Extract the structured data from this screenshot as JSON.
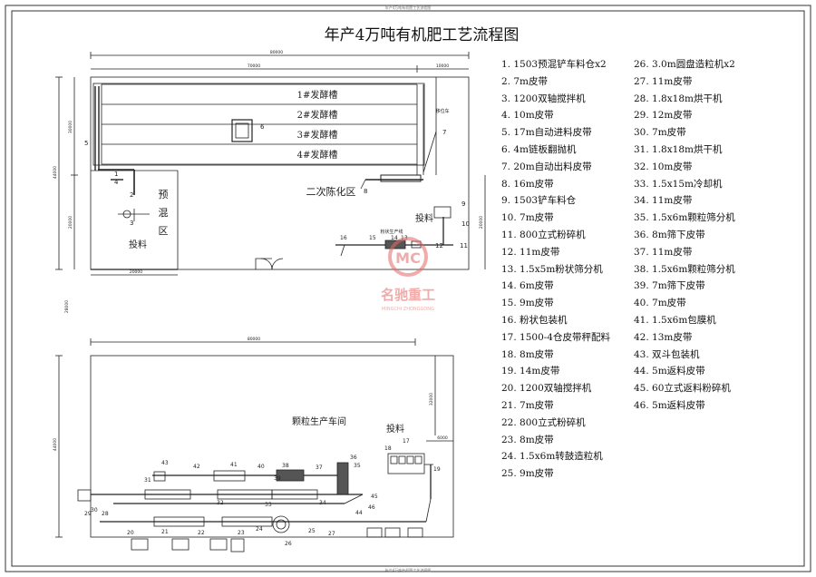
{
  "drawing": {
    "title": "年产4万吨有机肥工艺流程图",
    "top_strip_text": "年产4万吨有机肥工艺流程图",
    "bottom_strip_text": "年产4万吨有机肥工艺流程图"
  },
  "legend": {
    "column1": [
      "1. 1503预混铲车料仓x2",
      "2. 7m皮带",
      "3. 1200双轴搅拌机",
      "4. 10m皮带",
      "5. 17m自动进料皮带",
      "6. 4m链板翻抛机",
      "7. 20m自动出料皮带",
      "8. 16m皮带",
      "9. 1503铲车料仓",
      "10. 7m皮带",
      "11. 800立式粉碎机",
      "12. 11m皮带",
      "13. 1.5x5m粉状筛分机",
      "14. 6m皮带",
      "15. 9m皮带",
      "16. 粉状包装机",
      "17. 1500-4仓皮带秤配料",
      "18. 8m皮带",
      "19. 14m皮带",
      "20. 1200双轴搅拌机",
      "21. 7m皮带",
      "22. 800立式粉碎机",
      "23. 8m皮带",
      "24. 1.5x6m转鼓造粒机",
      "25. 9m皮带"
    ],
    "column2": [
      "26. 3.0m圆盘造粒机x2",
      "27. 11m皮带",
      "28. 1.8x18m烘干机",
      "29. 12m皮带",
      "30. 7m皮带",
      "31. 1.8x18m烘干机",
      "32. 10m皮带",
      "33. 1.5x15m冷却机",
      "34. 11m皮带",
      "35. 1.5x6m颗粒筛分机",
      "36. 8m筛下皮带",
      "37. 11m皮带",
      "38. 1.5x6m颗粒筛分机",
      "39. 7m筛下皮带",
      "40. 7m皮带",
      "41. 1.5x6m包膜机",
      "42. 13m皮带",
      "43. 双斗包装机",
      "44. 5m返料皮带",
      "45. 60立式返料粉碎机",
      "46. 5m返料皮带"
    ]
  },
  "upper_plan": {
    "overall_dim": "80000",
    "inner_dim": "70000",
    "right_dim": "10000",
    "left_dim": "20000",
    "height_dim": "44000",
    "tank_height_dim": "30000",
    "sub_height_dim": "20000",
    "tanks": [
      "1#发酵槽",
      "2#发酵槽",
      "3#发酵槽",
      "4#发酵槽"
    ],
    "zone_secondary": "二次陈化区",
    "zone_premix": [
      "预",
      "混",
      "区"
    ],
    "feed_label_left": "投料",
    "feed_label_right": "投料",
    "powder_line_label": "粉状生产线",
    "side_label": "移位车",
    "gap_dim": "28000",
    "numbers": [
      "1",
      "2",
      "3",
      "4",
      "5",
      "6",
      "7",
      "8",
      "9",
      "10",
      "11",
      "12",
      "13",
      "14",
      "15",
      "16"
    ]
  },
  "lower_plan": {
    "overall_dim": "80000",
    "height_dim": "44000",
    "right_dim": "32000",
    "small_dim": "6000",
    "workshop_label": "颗粒生产车间",
    "feed_label": "投料",
    "numbers": [
      "17",
      "18",
      "19",
      "20",
      "21",
      "22",
      "23",
      "24",
      "25",
      "26",
      "27",
      "28",
      "29",
      "30",
      "31",
      "32",
      "33",
      "34",
      "35",
      "36",
      "37",
      "38",
      "39",
      "40",
      "41",
      "42",
      "43",
      "44",
      "45",
      "46"
    ]
  },
  "watermark": {
    "brand": "名驰重工",
    "sub": "MINGCHI ZHONGGONG"
  },
  "colors": {
    "line": "#222222",
    "watermark": "#e26a66",
    "equipment": "#555555"
  }
}
